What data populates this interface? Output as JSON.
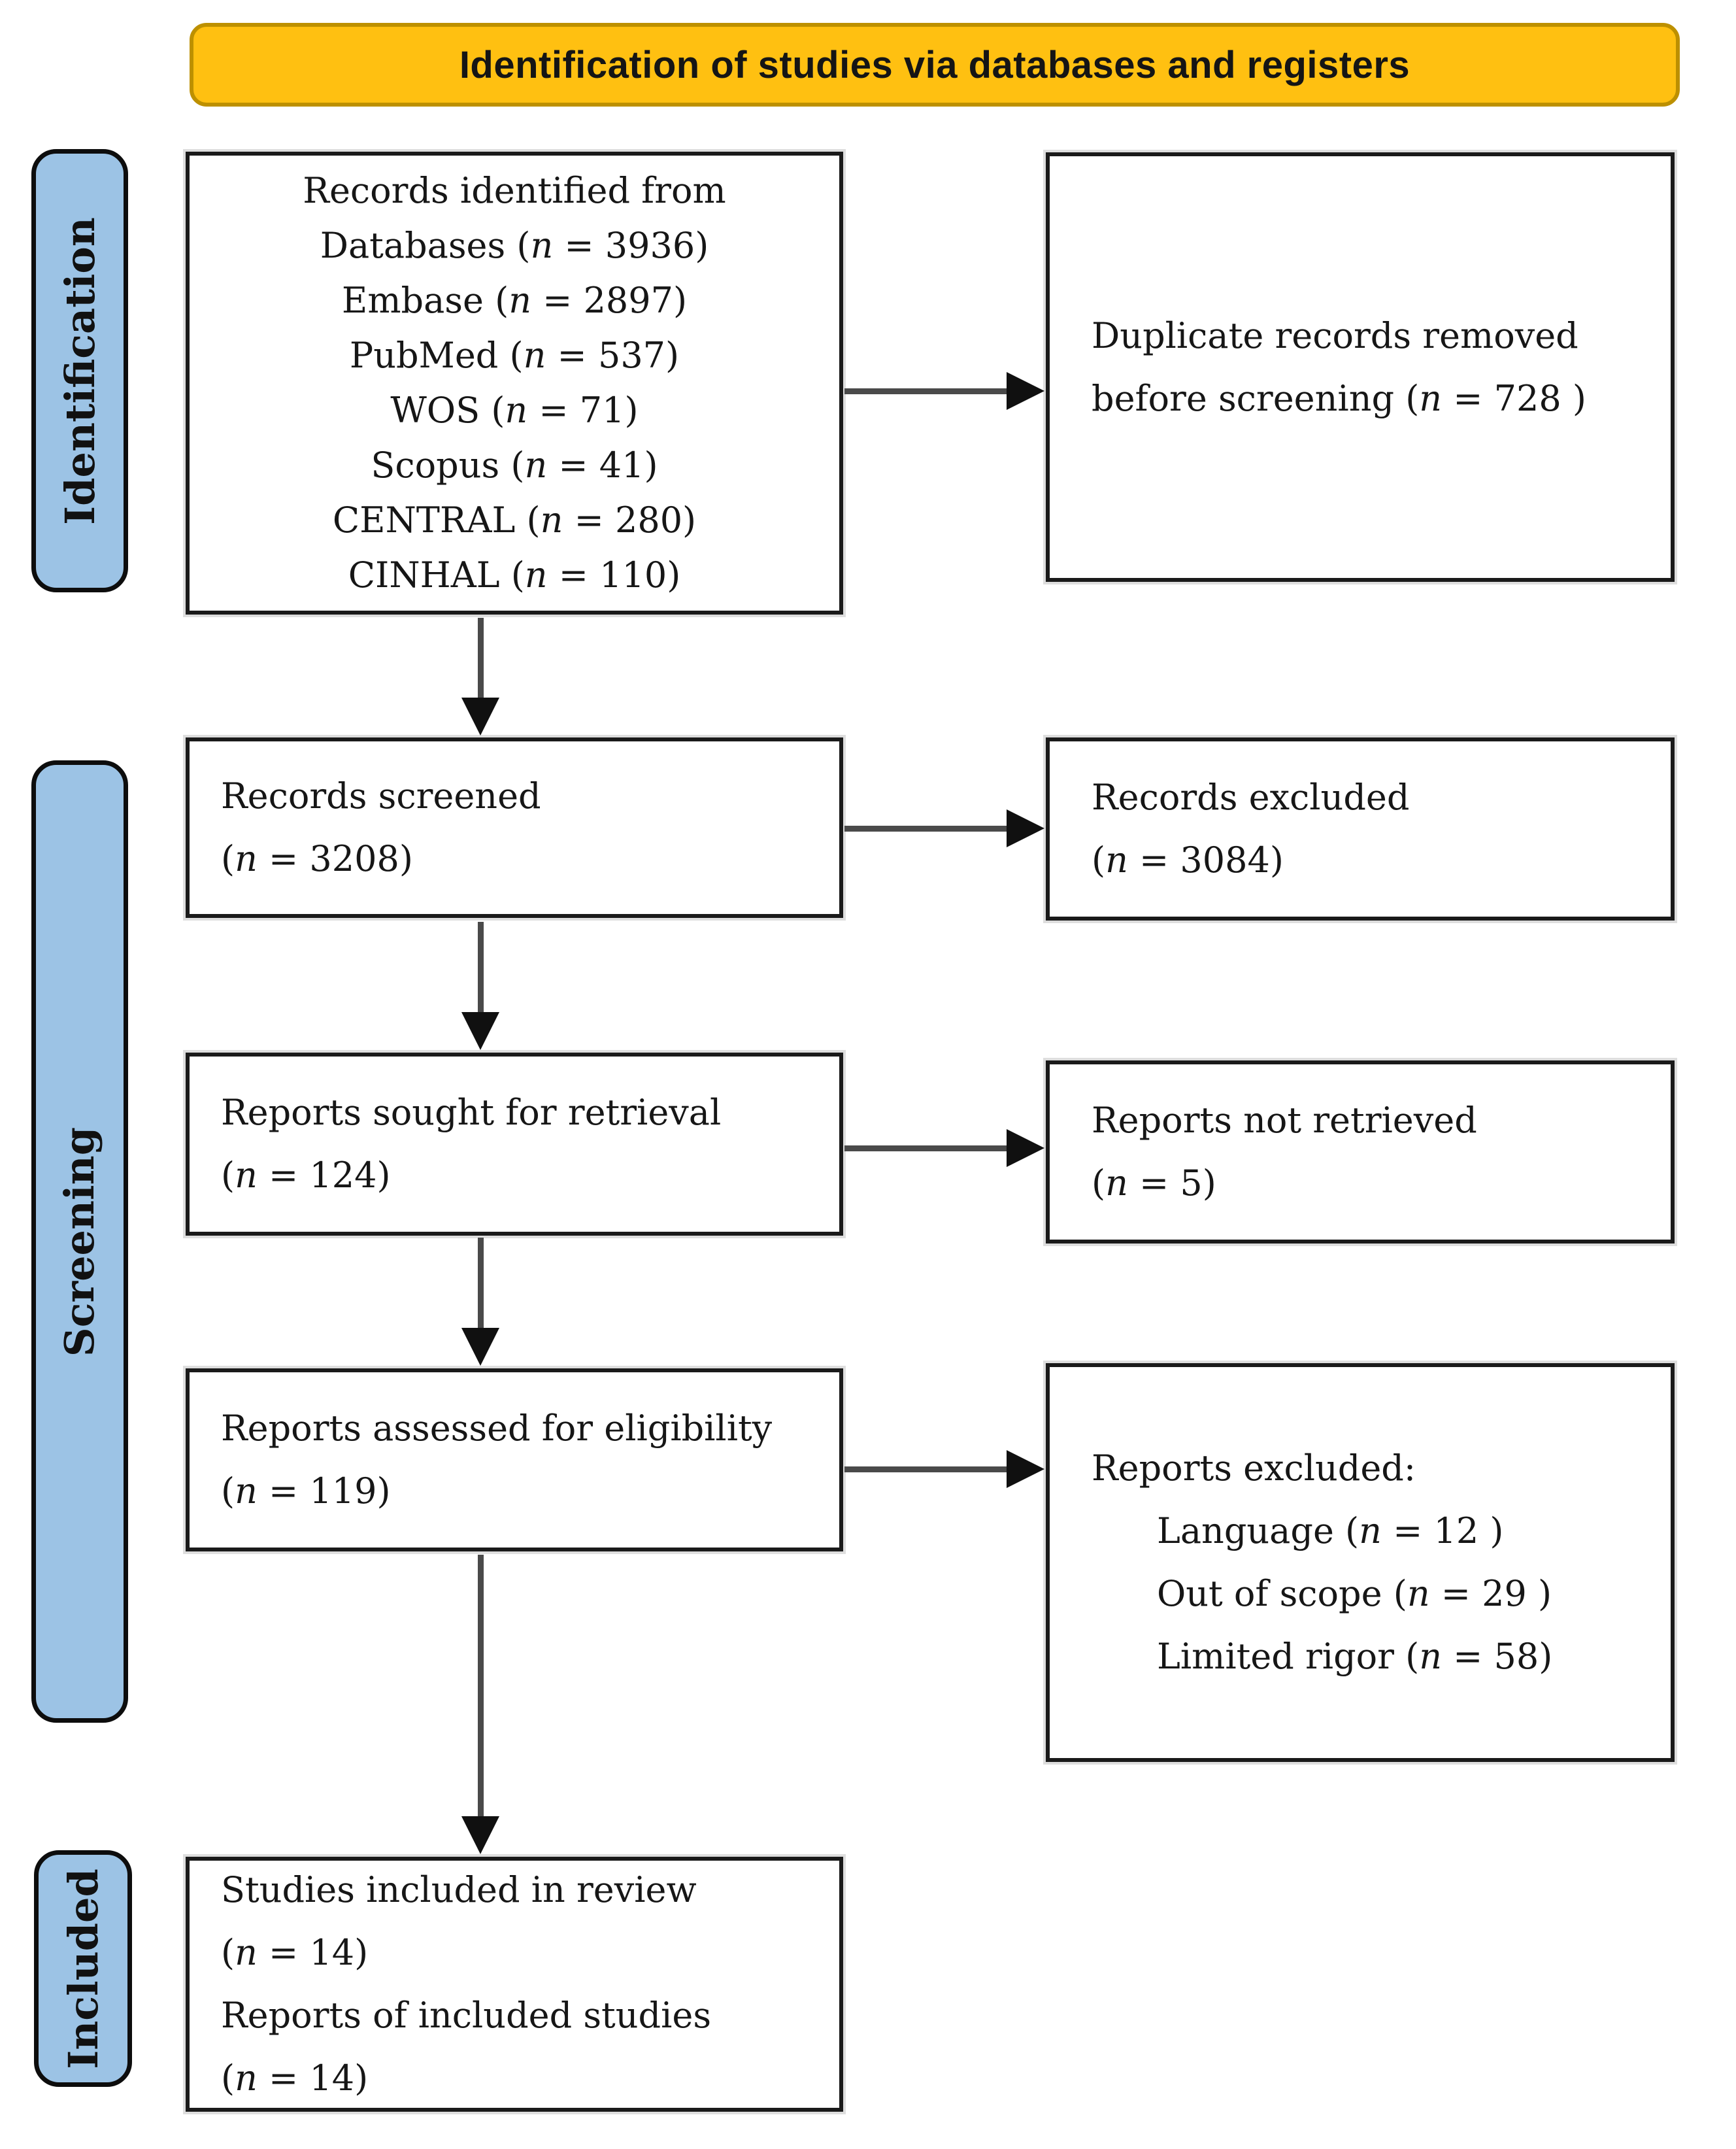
{
  "banner": {
    "title": "Identification of studies via databases and registers"
  },
  "stages": [
    {
      "label": "Identification"
    },
    {
      "label": "Screening"
    },
    {
      "label": "Included"
    }
  ],
  "boxes": {
    "identified": {
      "lines": [
        "Records identified from",
        "Databases (n = 3936)",
        "Embase (n = 2897)",
        "PubMed (n = 537)",
        "WOS (n = 71)",
        "Scopus (n = 41)",
        "CENTRAL (n = 280)",
        "CINHAL (n = 110)"
      ]
    },
    "duplicates_removed": {
      "lines": [
        "Duplicate records removed",
        "before screening (n = 728 )"
      ]
    },
    "records_screened": {
      "lines": [
        "Records screened",
        "(n = 3208)"
      ]
    },
    "records_excluded": {
      "lines": [
        "Records excluded",
        "(n = 3084)"
      ]
    },
    "reports_sought": {
      "lines": [
        "Reports sought for retrieval",
        "(n = 124)"
      ]
    },
    "reports_not_retrieved": {
      "lines": [
        "Reports not retrieved",
        "(n = 5)"
      ]
    },
    "reports_assessed": {
      "lines": [
        "Reports assessed for eligibility",
        "(n = 119)"
      ]
    },
    "reports_excluded": {
      "title": "Reports excluded:",
      "reasons": [
        "Language (n = 12 )",
        "Out of scope (n = 29 )",
        "Limited rigor (n = 58)"
      ]
    },
    "studies_included": {
      "lines": [
        "Studies included in review",
        "(n = 14)",
        "Reports of included studies",
        "(n = 14)"
      ]
    }
  },
  "colors": {
    "stage_fill": "#9CC3E5",
    "banner_fill": "#FFC011",
    "banner_border": "#BD9000",
    "box_border": "#1A1A1A",
    "arrow_line": "#4A4A4A",
    "arrow_head": "#101010"
  }
}
